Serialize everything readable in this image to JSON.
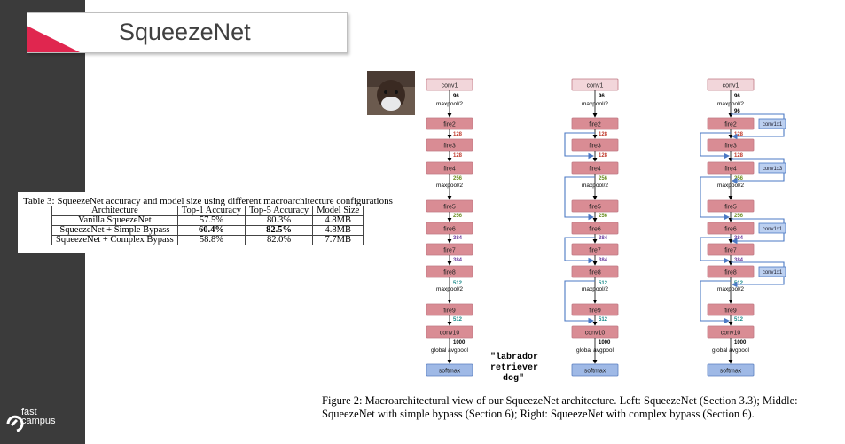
{
  "slide": {
    "title": "SqueezeNet",
    "logo_line1": "fast",
    "logo_line2": "campus"
  },
  "colors": {
    "sidebar": "#3b3b3b",
    "accent": "#e0264f",
    "light_box": "#f2d6da",
    "fire_box": "#d98c94",
    "softmax_box": "#9fb9e6",
    "bypass_line": "#4b79c4",
    "conv1x1_box": "#bcd0f0"
  },
  "table": {
    "caption": "Table 3: SqueezeNet accuracy and model size using different macroarchitecture configurations",
    "headers": [
      "Architecture",
      "Top-1 Accuracy",
      "Top-5 Accuracy",
      "Model Size"
    ],
    "rows": [
      [
        "Vanilla SqueezeNet",
        "57.5%",
        "80.3%",
        "4.8MB"
      ],
      [
        "SqueezeNet + Simple Bypass",
        "60.4%",
        "82.5%",
        "4.8MB"
      ],
      [
        "SqueezeNet + Complex Bypass",
        "58.8%",
        "82.0%",
        "7.7MB"
      ]
    ]
  },
  "figure": {
    "caption": "Figure 2: Macroarchitectural view of our SqueezeNet architecture. Left: SqueezeNet (Section 3.3); Middle: SqueezeNet with simple bypass (Section 6); Right: SqueezeNet with complex bypass (Section 6).",
    "output_label_1": "\"labrador",
    "output_label_2": "retriever",
    "output_label_3": "dog\"",
    "layers": {
      "conv1": "conv1",
      "fire2": "fire2",
      "fire3": "fire3",
      "fire4": "fire4",
      "fire5": "fire5",
      "fire6": "fire6",
      "fire7": "fire7",
      "fire8": "fire8",
      "fire9": "fire9",
      "conv10": "conv10",
      "softmax": "softmax",
      "conv1x1": "conv1x1",
      "conv1x3": "conv1x3"
    },
    "pool_labels": {
      "maxpool": "maxpool/2",
      "global": "global avgpool"
    },
    "channels": {
      "c96": "96",
      "c128": "128",
      "c256": "256",
      "c384": "384",
      "c512": "512",
      "c1000": "1000"
    }
  }
}
